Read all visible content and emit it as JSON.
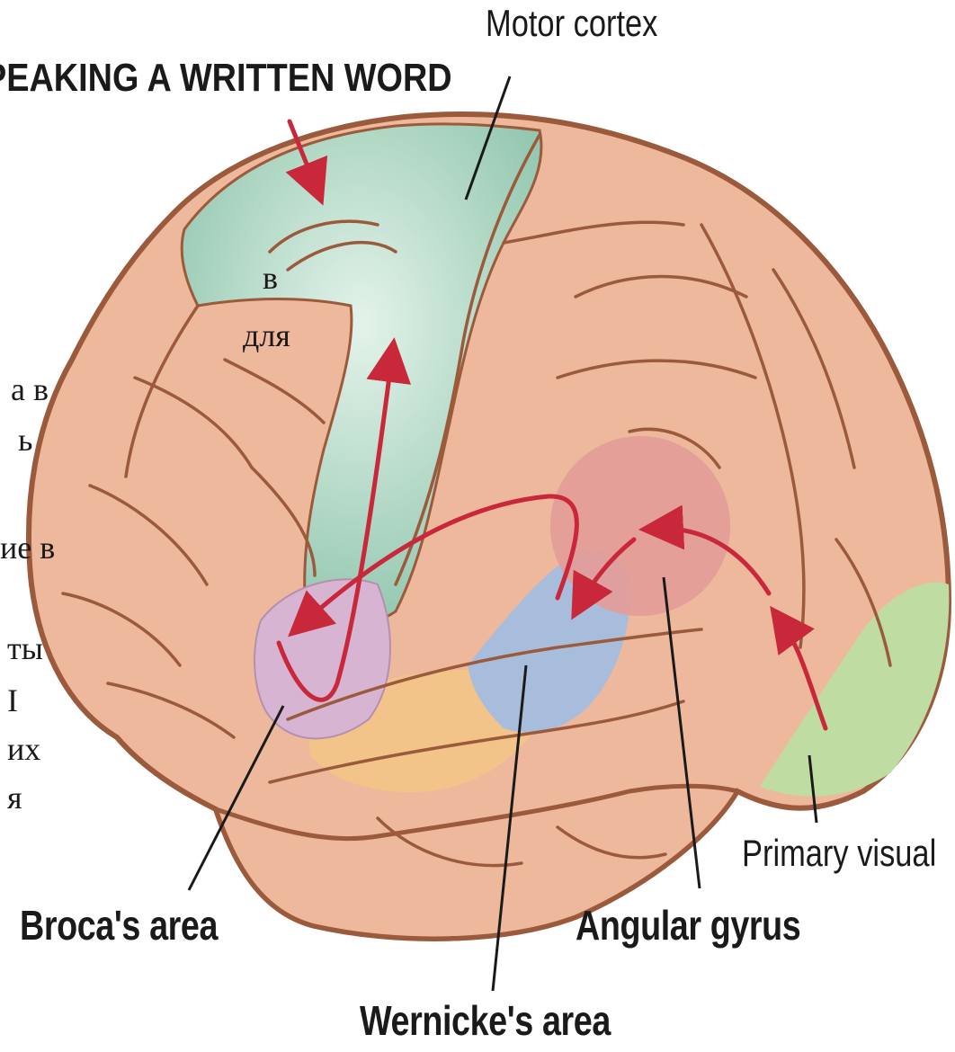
{
  "title": "PEAKING A WRITTEN WORD",
  "labels": {
    "motor_cortex": "Motor cortex",
    "brocas_area": "Broca's area",
    "angular_gyrus": "Angular gyrus",
    "wernickes_area": "Wernicke's area",
    "primary_visual": "Primary visual"
  },
  "side_text": [
    "в",
    "для",
    "а в",
    "ь",
    "ие в",
    "ты",
    "I",
    "их",
    "я"
  ],
  "colors": {
    "brain": "#eeb89c",
    "brain_outline": "#9b5a3c",
    "motor_cortex": "#9fcfb8",
    "brocas_area": "#d6b4d2",
    "wernickes_area": "#a8bddc",
    "angular_gyrus": "#e39c98",
    "primary_visual": "#bfdca2",
    "temporal_region": "#f2c48a",
    "arrow": "#c8283a",
    "leader_line": "#1a1a1a"
  }
}
